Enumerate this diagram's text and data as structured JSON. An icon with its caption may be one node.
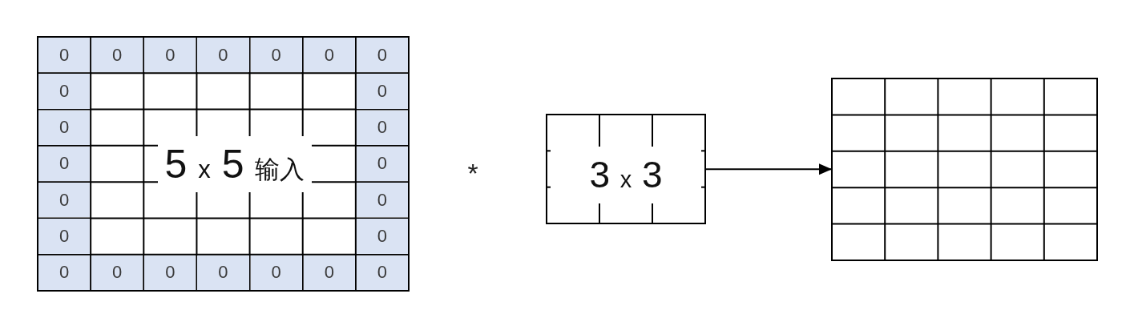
{
  "diagram": {
    "nodes": [
      {
        "text": [
          "5 x 5 输入"
        ]
      },
      {
        "text": [
          "3 x 3"
        ]
      },
      {
        "text": [],
        "shape": "grid"
      }
    ],
    "edges": [
      {
        "from": 1,
        "to": 2,
        "arrow": "to"
      }
    ],
    "labels": [
      "0",
      "0",
      "0",
      "0",
      "0",
      "0",
      "0",
      "0",
      "0",
      "0",
      "0",
      "0",
      "0",
      "0",
      "0",
      "0",
      "0",
      "0",
      "0",
      "0",
      "0",
      "0",
      "0",
      "0",
      "*"
    ]
  }
}
